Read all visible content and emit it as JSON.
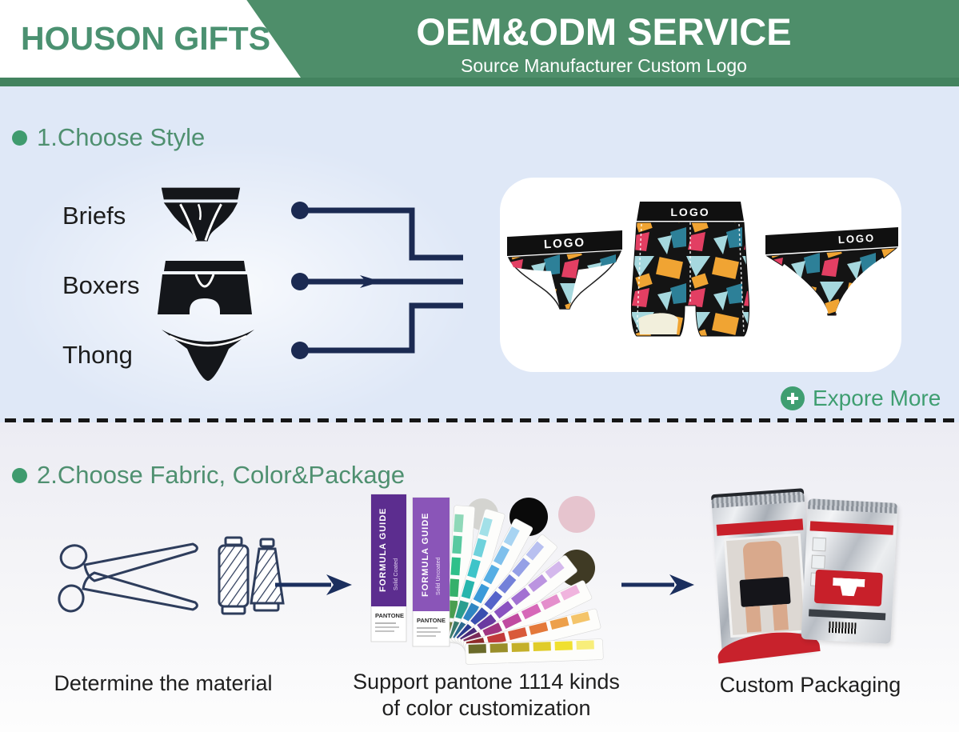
{
  "header": {
    "brand": "HOUSON GIFTS",
    "title": "OEM&ODM SERVICE",
    "subtitle": "Source Manufacturer Custom Logo"
  },
  "section1": {
    "heading": "1.Choose Style",
    "styles": [
      {
        "label": "Briefs"
      },
      {
        "label": "Boxers"
      },
      {
        "label": "Thong"
      }
    ],
    "products": [
      {
        "label": "LOGO"
      },
      {
        "label": "LOGO"
      },
      {
        "label": "LOGO"
      }
    ],
    "explore_label": "Expore More"
  },
  "section2": {
    "heading": "2.Choose Fabric, Color&Package",
    "pantone": {
      "guide1": {
        "title": "FORMULA GUIDE",
        "subtitle": "Solid Coated",
        "brand": "PANTONE"
      },
      "guide2": {
        "title": "FORMULA GUIDE",
        "subtitle": "Solid Uncoated",
        "brand": "PANTONE"
      }
    },
    "captions": {
      "material": "Determine the material",
      "pantone_line1": "Support pantone 1114 kinds",
      "pantone_line2": "of color customization",
      "packaging": "Custom Packaging"
    }
  },
  "colors": {
    "header_green": "#4e8e6a",
    "accent_green": "#3f9b6e",
    "navy": "#1b2a52",
    "section1_bg": "#dfe8f7",
    "section2_bg": "#ececf3",
    "red_accent": "#c8202a"
  },
  "illustration": {
    "fan_blades": [
      [
        "#6b7a3a",
        "#4a9e4f",
        "#35b06b",
        "#2fc08a",
        "#58c9a0",
        "#8fd8b8"
      ],
      [
        "#3a7a6a",
        "#2a9e8f",
        "#27b5ad",
        "#3ec4c9",
        "#6fd2dc",
        "#a2e0e8"
      ],
      [
        "#2a6a8f",
        "#2f86c2",
        "#3a9ad9",
        "#56aee4",
        "#7fc0ec",
        "#a8d4f2"
      ],
      [
        "#2a3a8f",
        "#3a4fb0",
        "#5563c9",
        "#7380d9",
        "#95a0e6",
        "#b8c0f0"
      ],
      [
        "#4a2a7a",
        "#6a3aa0",
        "#8a52c0",
        "#a271d2",
        "#bb94e0",
        "#d4b8ec"
      ],
      [
        "#7a2a5a",
        "#a03580",
        "#c04aa0",
        "#d668b8",
        "#e48fcc",
        "#f0b4de"
      ],
      [
        "#8f2a2a",
        "#c23a3a",
        "#d95a3a",
        "#e4793a",
        "#eda04a",
        "#f4c46a"
      ],
      [
        "#6b6b2a",
        "#9a8f2a",
        "#c4b02a",
        "#e0cc2a",
        "#f0e030",
        "#f8ee7a"
      ]
    ]
  }
}
